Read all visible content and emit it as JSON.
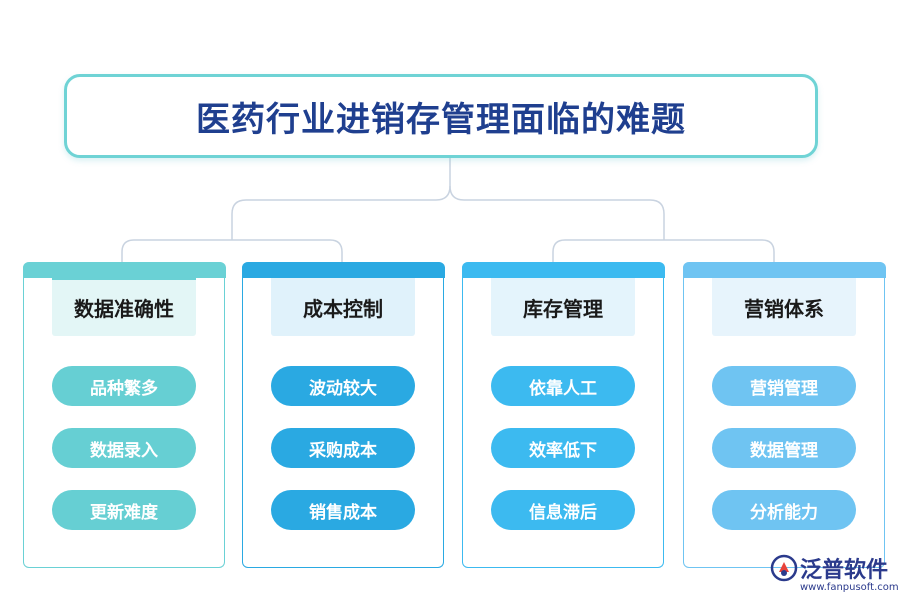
{
  "title": "医药行业进销存管理面临的难题",
  "columns": [
    {
      "title": "数据准确性",
      "items": [
        "品种繁多",
        "数据录入",
        "更新难度"
      ]
    },
    {
      "title": "成本控制",
      "items": [
        "波动较大",
        "采购成本",
        "销售成本"
      ]
    },
    {
      "title": "库存管理",
      "items": [
        "依靠人工",
        "效率低下",
        "信息滞后"
      ]
    },
    {
      "title": "营销体系",
      "items": [
        "营销管理",
        "数据管理",
        "分析能力"
      ]
    }
  ],
  "logo": {
    "name": "泛普软件",
    "url": "www.fanpusoft.com"
  },
  "colors": {
    "title": "#1f3f8f",
    "col1": "#6ad1d5",
    "col2": "#2aa9e2",
    "col3": "#3cbaf0",
    "col4": "#6fc4f2",
    "connector": "#c9d3e0"
  }
}
